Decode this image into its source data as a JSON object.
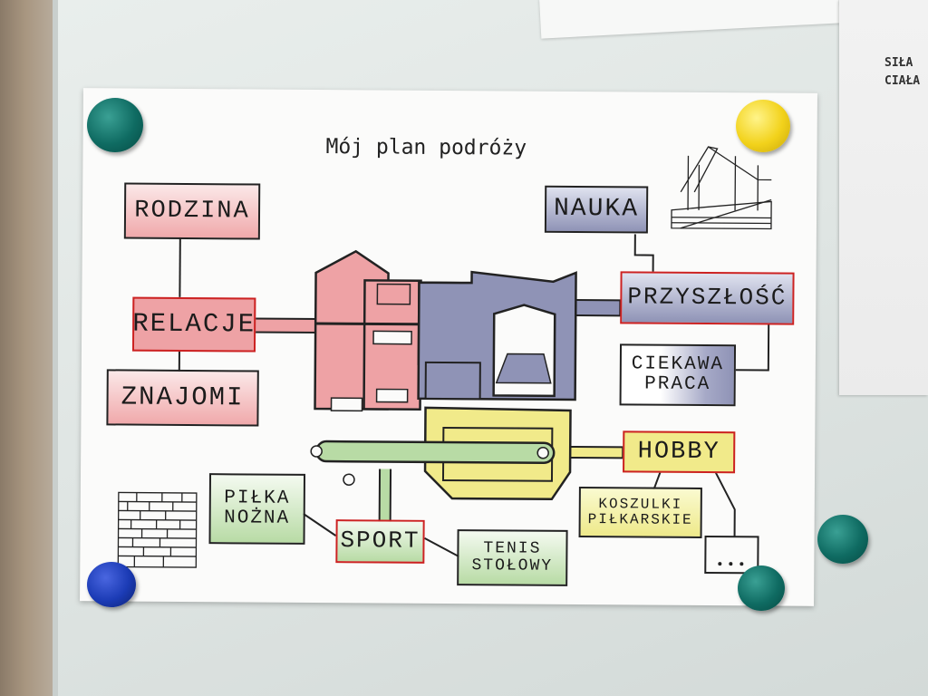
{
  "background_paper_text": [
    "SIŁA",
    "CIAŁA"
  ],
  "poster": {
    "title": "Mój plan podróży",
    "nodes": {
      "rodzina": "RODZINA",
      "relacje": "RELACJE",
      "znajomi": "ZNAJOMI",
      "nauka": "NAUKA",
      "przyszlosc": "PRZYSZŁOŚĆ",
      "ciekawa_praca": "CIEKAWA PRACA",
      "hobby": "HOBBY",
      "koszulki": "KOSZULKI PIŁKARSKIE",
      "pilka_nozna": "PIŁKA NOŻNA",
      "sport": "SPORT",
      "tenis": "TENIS STOŁOWY"
    },
    "colors": {
      "red_zone": "#eea2a5",
      "blue_zone": "#8f93b6",
      "yellow_zone": "#f1ea8a",
      "green_zone": "#b8dba5"
    }
  },
  "magnets": [
    {
      "id": "top-left",
      "color": "#0f6b62"
    },
    {
      "id": "top-right",
      "color": "#f2d21b"
    },
    {
      "id": "bottom-left",
      "color": "#1b3bb5"
    },
    {
      "id": "bottom-right",
      "color": "#0f6b62"
    },
    {
      "id": "board-right",
      "color": "#0f6b62"
    }
  ]
}
